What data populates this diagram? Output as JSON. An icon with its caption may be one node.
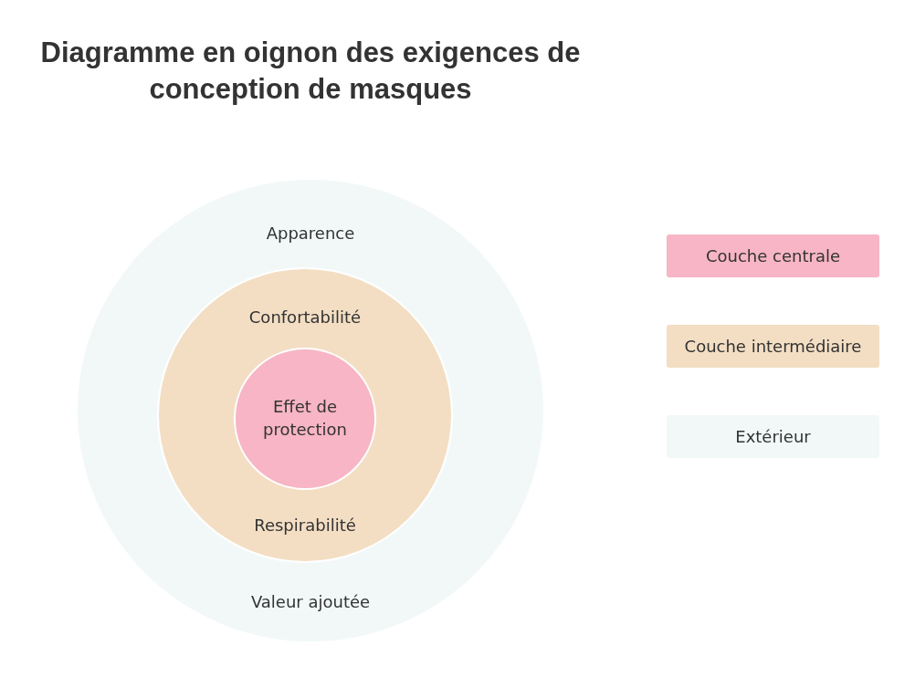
{
  "diagram": {
    "title": "Diagramme en oignon des exigences de conception de masques",
    "nodes": [
      {
        "text": [
          "Apparence",
          "Valeur ajoutée"
        ]
      },
      {
        "text": [
          "Confortabilité",
          "Respirabilité"
        ],
        "in": 0
      },
      {
        "text": [
          "Effet de protection"
        ],
        "in": 1
      }
    ],
    "legend": [
      {
        "text": "Couche centrale",
        "color": "#f7b5c5"
      },
      {
        "text": "Couche intermédiaire",
        "color": "#f3dec4"
      },
      {
        "text": "Extérieur",
        "color": "#f2f8f8"
      }
    ]
  }
}
